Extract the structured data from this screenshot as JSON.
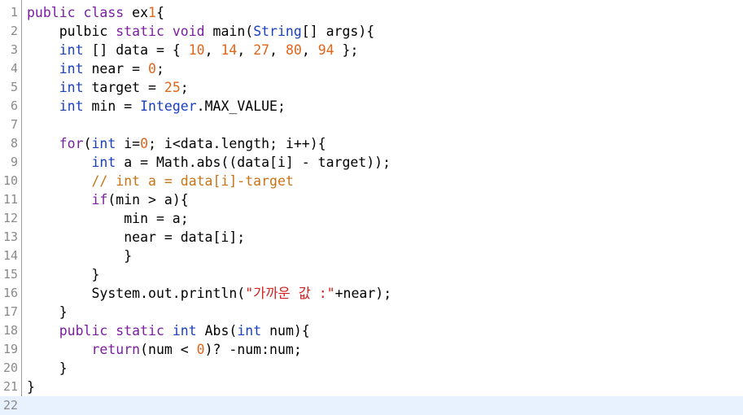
{
  "editor": {
    "current_line": 22,
    "colors": {
      "keyword": "#7a1ea1",
      "type": "#1a3fbf",
      "number": "#e0651a",
      "comment": "#c67416",
      "string": "#d12020",
      "line_number": "#8a8a8a",
      "current_line_bg": "#e8f2fe"
    },
    "lines": [
      {
        "n": "1",
        "tokens": [
          [
            "public",
            "kw"
          ],
          [
            " "
          ],
          [
            "class",
            "kw"
          ],
          [
            " ex"
          ],
          [
            "1",
            "num"
          ],
          [
            "{"
          ]
        ]
      },
      {
        "n": "2",
        "tokens": [
          [
            "    pulbic "
          ],
          [
            "static",
            "kw"
          ],
          [
            " "
          ],
          [
            "void",
            "kw"
          ],
          [
            " main("
          ],
          [
            "String",
            "ty"
          ],
          [
            "[] args){"
          ]
        ]
      },
      {
        "n": "3",
        "tokens": [
          [
            "    "
          ],
          [
            "int",
            "ty"
          ],
          [
            " [] data = { "
          ],
          [
            "10",
            "num"
          ],
          [
            ", "
          ],
          [
            "14",
            "num"
          ],
          [
            ", "
          ],
          [
            "27",
            "num"
          ],
          [
            ", "
          ],
          [
            "80",
            "num"
          ],
          [
            ", "
          ],
          [
            "94",
            "num"
          ],
          [
            " };"
          ]
        ]
      },
      {
        "n": "4",
        "tokens": [
          [
            "    "
          ],
          [
            "int",
            "ty"
          ],
          [
            " near = "
          ],
          [
            "0",
            "num"
          ],
          [
            ";"
          ]
        ]
      },
      {
        "n": "5",
        "tokens": [
          [
            "    "
          ],
          [
            "int",
            "ty"
          ],
          [
            " target = "
          ],
          [
            "25",
            "num"
          ],
          [
            ";"
          ]
        ]
      },
      {
        "n": "6",
        "tokens": [
          [
            "    "
          ],
          [
            "int",
            "ty"
          ],
          [
            " min = "
          ],
          [
            "Integer",
            "ty"
          ],
          [
            ".MAX_VALUE;"
          ]
        ]
      },
      {
        "n": "7",
        "tokens": []
      },
      {
        "n": "8",
        "tokens": [
          [
            "    "
          ],
          [
            "for",
            "kw"
          ],
          [
            "("
          ],
          [
            "int",
            "ty"
          ],
          [
            " i="
          ],
          [
            "0",
            "num"
          ],
          [
            "; i<data.length; i++){"
          ]
        ]
      },
      {
        "n": "9",
        "tokens": [
          [
            "        "
          ],
          [
            "int",
            "ty"
          ],
          [
            " a = Math.abs((data[i] - target));"
          ]
        ]
      },
      {
        "n": "10",
        "tokens": [
          [
            "        "
          ],
          [
            "// int a = data[i]-target",
            "cm"
          ]
        ]
      },
      {
        "n": "11",
        "tokens": [
          [
            "        "
          ],
          [
            "if",
            "kw"
          ],
          [
            "(min > a){"
          ]
        ]
      },
      {
        "n": "12",
        "tokens": [
          [
            "            min = a;"
          ]
        ]
      },
      {
        "n": "13",
        "tokens": [
          [
            "            near = data[i];"
          ]
        ]
      },
      {
        "n": "14",
        "tokens": [
          [
            "            }"
          ]
        ]
      },
      {
        "n": "15",
        "tokens": [
          [
            "        }"
          ]
        ]
      },
      {
        "n": "16",
        "tokens": [
          [
            "        System.out.println("
          ],
          [
            "\"가까운 값 :\"",
            "str"
          ],
          [
            "+near);"
          ]
        ]
      },
      {
        "n": "17",
        "tokens": [
          [
            "    }"
          ]
        ]
      },
      {
        "n": "18",
        "tokens": [
          [
            "    "
          ],
          [
            "public",
            "kw"
          ],
          [
            " "
          ],
          [
            "static",
            "kw"
          ],
          [
            " "
          ],
          [
            "int",
            "ty"
          ],
          [
            " Abs("
          ],
          [
            "int",
            "ty"
          ],
          [
            " num){"
          ]
        ]
      },
      {
        "n": "19",
        "tokens": [
          [
            "        "
          ],
          [
            "return",
            "kw"
          ],
          [
            "(num < "
          ],
          [
            "0",
            "num"
          ],
          [
            ")? -num:num;"
          ]
        ]
      },
      {
        "n": "20",
        "tokens": [
          [
            "    }"
          ]
        ]
      },
      {
        "n": "21",
        "tokens": [
          [
            "}"
          ]
        ]
      },
      {
        "n": "22",
        "tokens": []
      }
    ]
  }
}
